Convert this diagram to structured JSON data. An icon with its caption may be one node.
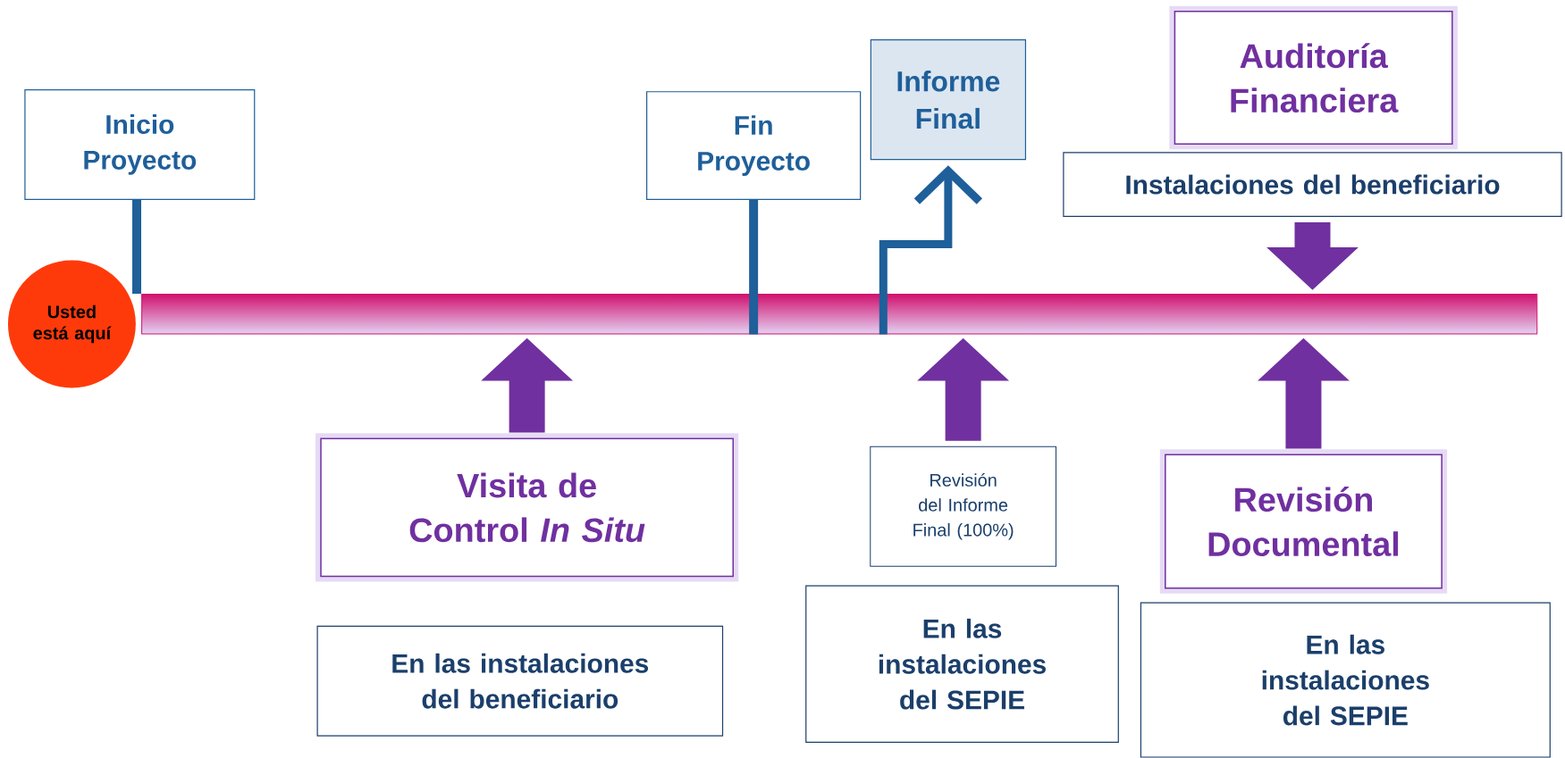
{
  "diagram": {
    "nodes": [
      {
        "text": [
          "Usted está aquí"
        ]
      },
      {
        "text": [
          "Inicio Proyecto"
        ]
      },
      {
        "text": [
          "Fin Proyecto"
        ]
      },
      {
        "text": [
          "Informe Final"
        ]
      },
      {
        "text": [
          "Auditoría Financiera"
        ]
      },
      {
        "text": [
          "Instalaciones del beneficiario"
        ]
      },
      {
        "text": [
          "Visita de Control *In Situ*"
        ]
      },
      {
        "text": [
          "Revisión del Informe Final (100%)"
        ]
      },
      {
        "text": [
          "Revisión Documental"
        ]
      },
      {
        "text": [
          "En las instalaciones del beneficiario"
        ]
      },
      {
        "text": [
          "En las instalaciones del SEPIE"
        ]
      },
      {
        "text": [
          "En las instalaciones del SEPIE"
        ]
      },
      {
        "text": [],
        "shape": "bar"
      }
    ],
    "edges": [
      {
        "from": 1,
        "to": 12,
        "arrow": "none",
        "color": "#1f5f9a"
      },
      {
        "from": 2,
        "to": 12,
        "arrow": "none",
        "color": "#1f5f9a"
      },
      {
        "from": 12,
        "to": 3,
        "arrow": "to",
        "color": "#1f5f9a"
      },
      {
        "from": 5,
        "to": 12,
        "arrow": "to"
      },
      {
        "from": 6,
        "to": 12,
        "arrow": "to"
      },
      {
        "from": 7,
        "to": 12,
        "arrow": "to"
      },
      {
        "from": 8,
        "to": 12,
        "arrow": "to"
      }
    ]
  }
}
